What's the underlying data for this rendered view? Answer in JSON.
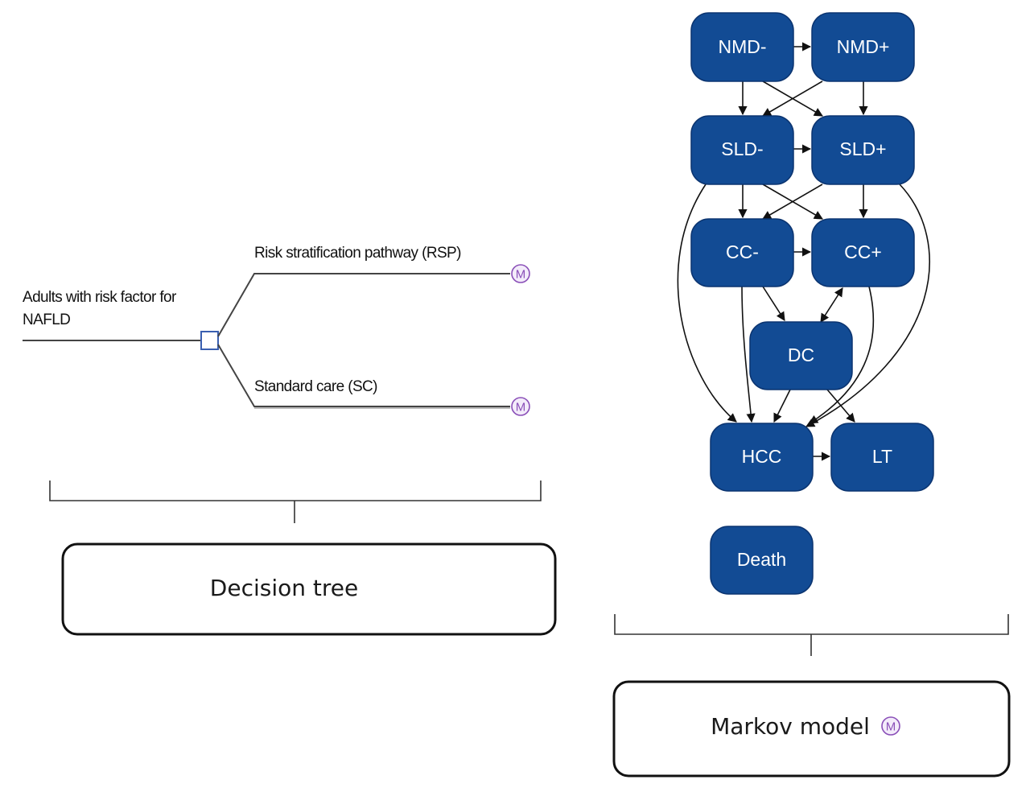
{
  "decision_tree": {
    "root_label_line1": "Adults with risk factor for",
    "root_label_line2": "NAFLD",
    "branch_rsp": "Risk stratification pathway (RSP)",
    "branch_sc": "Standard care (SC)",
    "markov_symbol": "M",
    "caption": "Decision tree"
  },
  "markov_model": {
    "states": {
      "nmd_neg": "NMD-",
      "nmd_pos": "NMD+",
      "sld_neg": "SLD-",
      "sld_pos": "SLD+",
      "cc_neg": "CC-",
      "cc_pos": "CC+",
      "dc": "DC",
      "hcc": "HCC",
      "lt": "LT",
      "death": "Death"
    },
    "caption": "Markov model",
    "caption_symbol": "M"
  },
  "colors": {
    "node_fill": "#124b94",
    "node_text": "#ffffff",
    "markov_symbol": "#8a4fb8",
    "decision_node": "#3a5fb0"
  }
}
